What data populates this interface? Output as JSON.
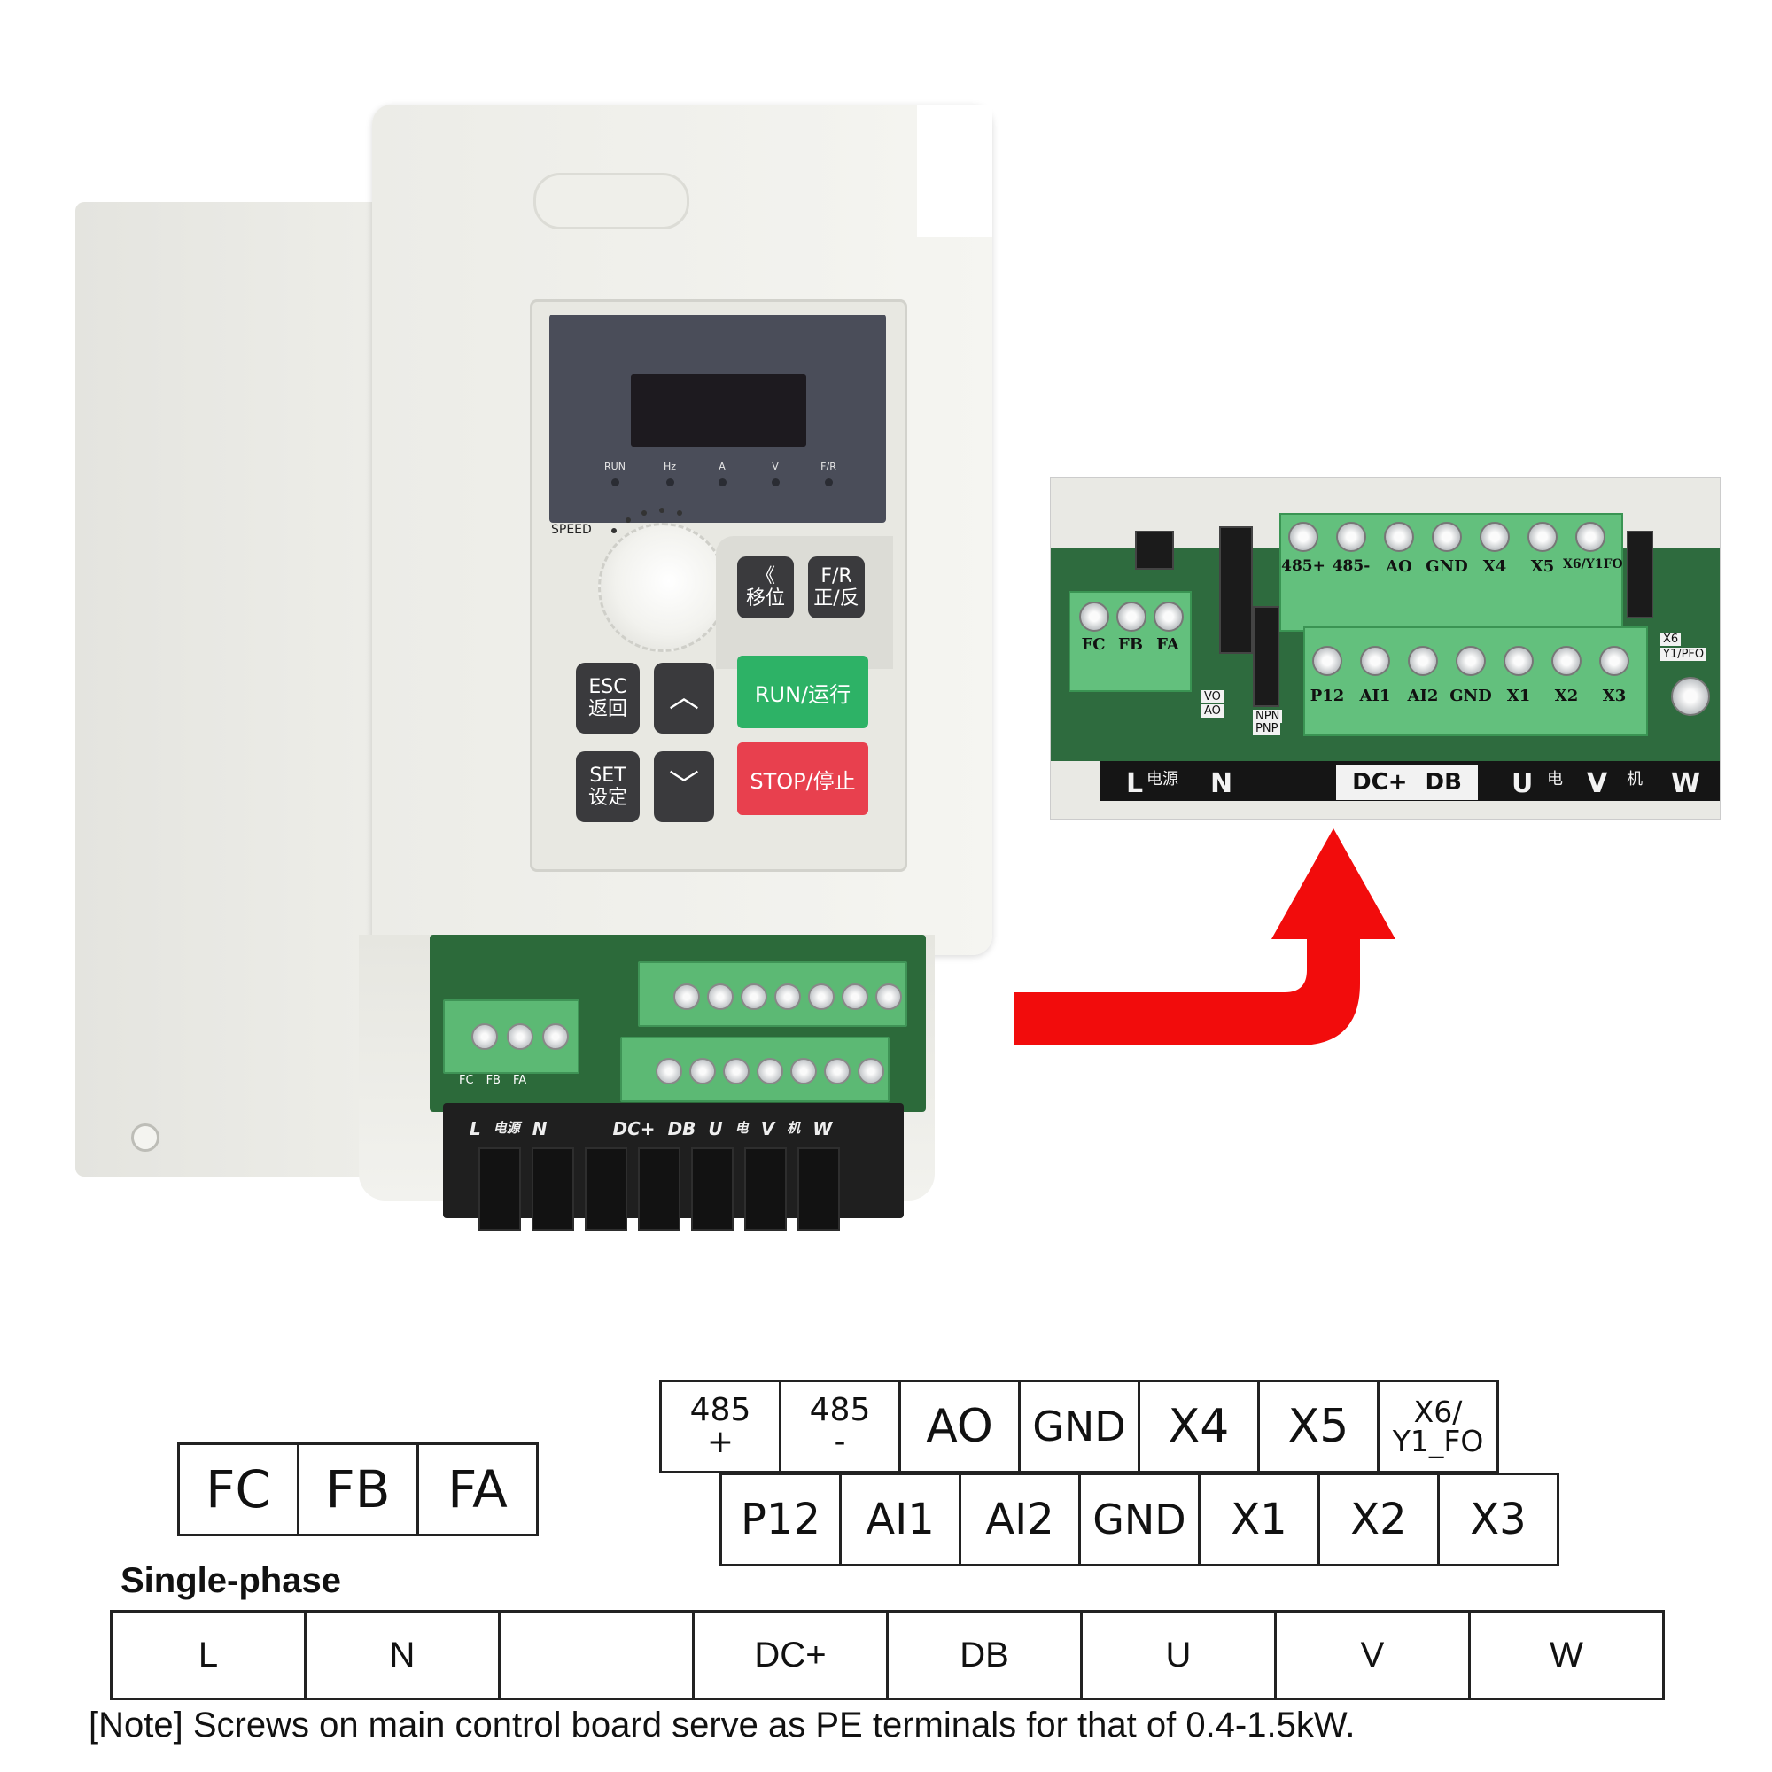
{
  "device": {
    "indicators": [
      "RUN",
      "Hz",
      "A",
      "V",
      "F/R"
    ],
    "speed_label": "SPEED",
    "keys": {
      "shift": "《\n移位",
      "fr": "F/R\n正/反",
      "esc": "ESC\n返回",
      "up": "︿",
      "run": "RUN/运行",
      "set": "SET\n设定",
      "down": "﹀",
      "stop": "STOP/停止"
    },
    "small_block_labels": [
      "FC",
      "FB",
      "FA"
    ],
    "strip_labels": [
      "L",
      "电源",
      "N",
      "DC+",
      "DB",
      "U",
      "电",
      "V",
      "机",
      "W"
    ]
  },
  "zoom": {
    "top_labels": [
      "485+",
      "485-",
      "AO",
      "GND",
      "X4",
      "X5",
      "X6/Y1FO"
    ],
    "bottom_labels": [
      "P12",
      "AI1",
      "AI2",
      "GND",
      "X1",
      "X2",
      "X3"
    ],
    "left_labels": [
      "FC",
      "FB",
      "FA"
    ],
    "small_silk": [
      "VO",
      "AO",
      "NPN",
      "PNP",
      "X6",
      "Y1/PFO"
    ],
    "strip": {
      "l": "L",
      "power": "电源",
      "n": "N",
      "dc": "DC+",
      "db": "DB",
      "u": "U",
      "motor1": "电",
      "v": "V",
      "motor2": "机",
      "w": "W"
    }
  },
  "arrow_color": "#f20c0c",
  "diagram": {
    "fc_fb_fa": [
      "FC",
      "FB",
      "FA"
    ],
    "row1": [
      {
        "top": "485",
        "bottom": "+"
      },
      {
        "top": "485",
        "bottom": "-"
      },
      {
        "text": "AO"
      },
      {
        "text": "GND"
      },
      {
        "text": "X4"
      },
      {
        "text": "X5"
      },
      {
        "top": "X6/",
        "bottom": "Y1_FO"
      }
    ],
    "row2": [
      "P12",
      "AI1",
      "AI2",
      "GND",
      "X1",
      "X2",
      "X3"
    ],
    "heading": "Single-phase",
    "power": [
      "L",
      "N",
      "",
      "DC+",
      "DB",
      "U",
      "V",
      "W"
    ],
    "note": "[Note] Screws on main control board serve as PE terminals for that of 0.4-1.5kW."
  }
}
